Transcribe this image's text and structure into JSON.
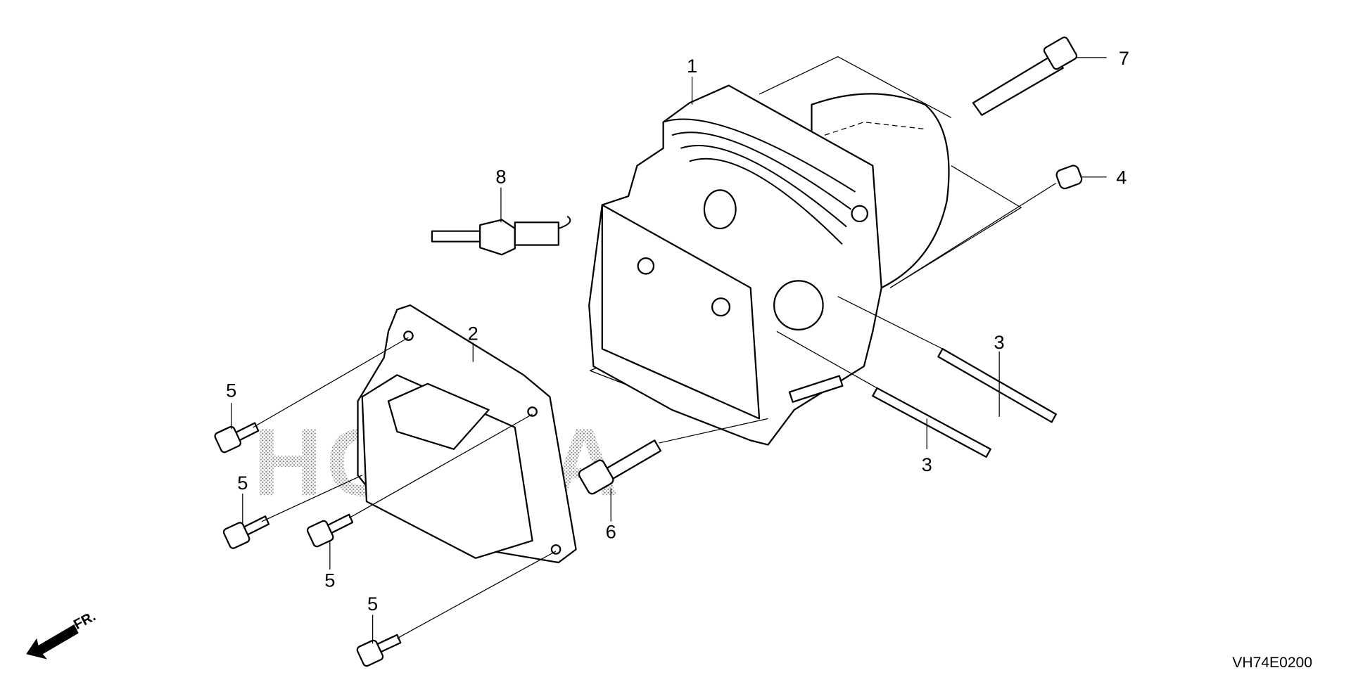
{
  "diagram": {
    "watermark": "HONDA",
    "front_label": "FR.",
    "diagram_code": "VH74E0200",
    "callouts": {
      "c1": "1",
      "c2": "2",
      "c3a": "3",
      "c3b": "3",
      "c4": "4",
      "c5a": "5",
      "c5b": "5",
      "c5c": "5",
      "c5d": "5",
      "c6": "6",
      "c7": "7",
      "c8": "8"
    }
  }
}
